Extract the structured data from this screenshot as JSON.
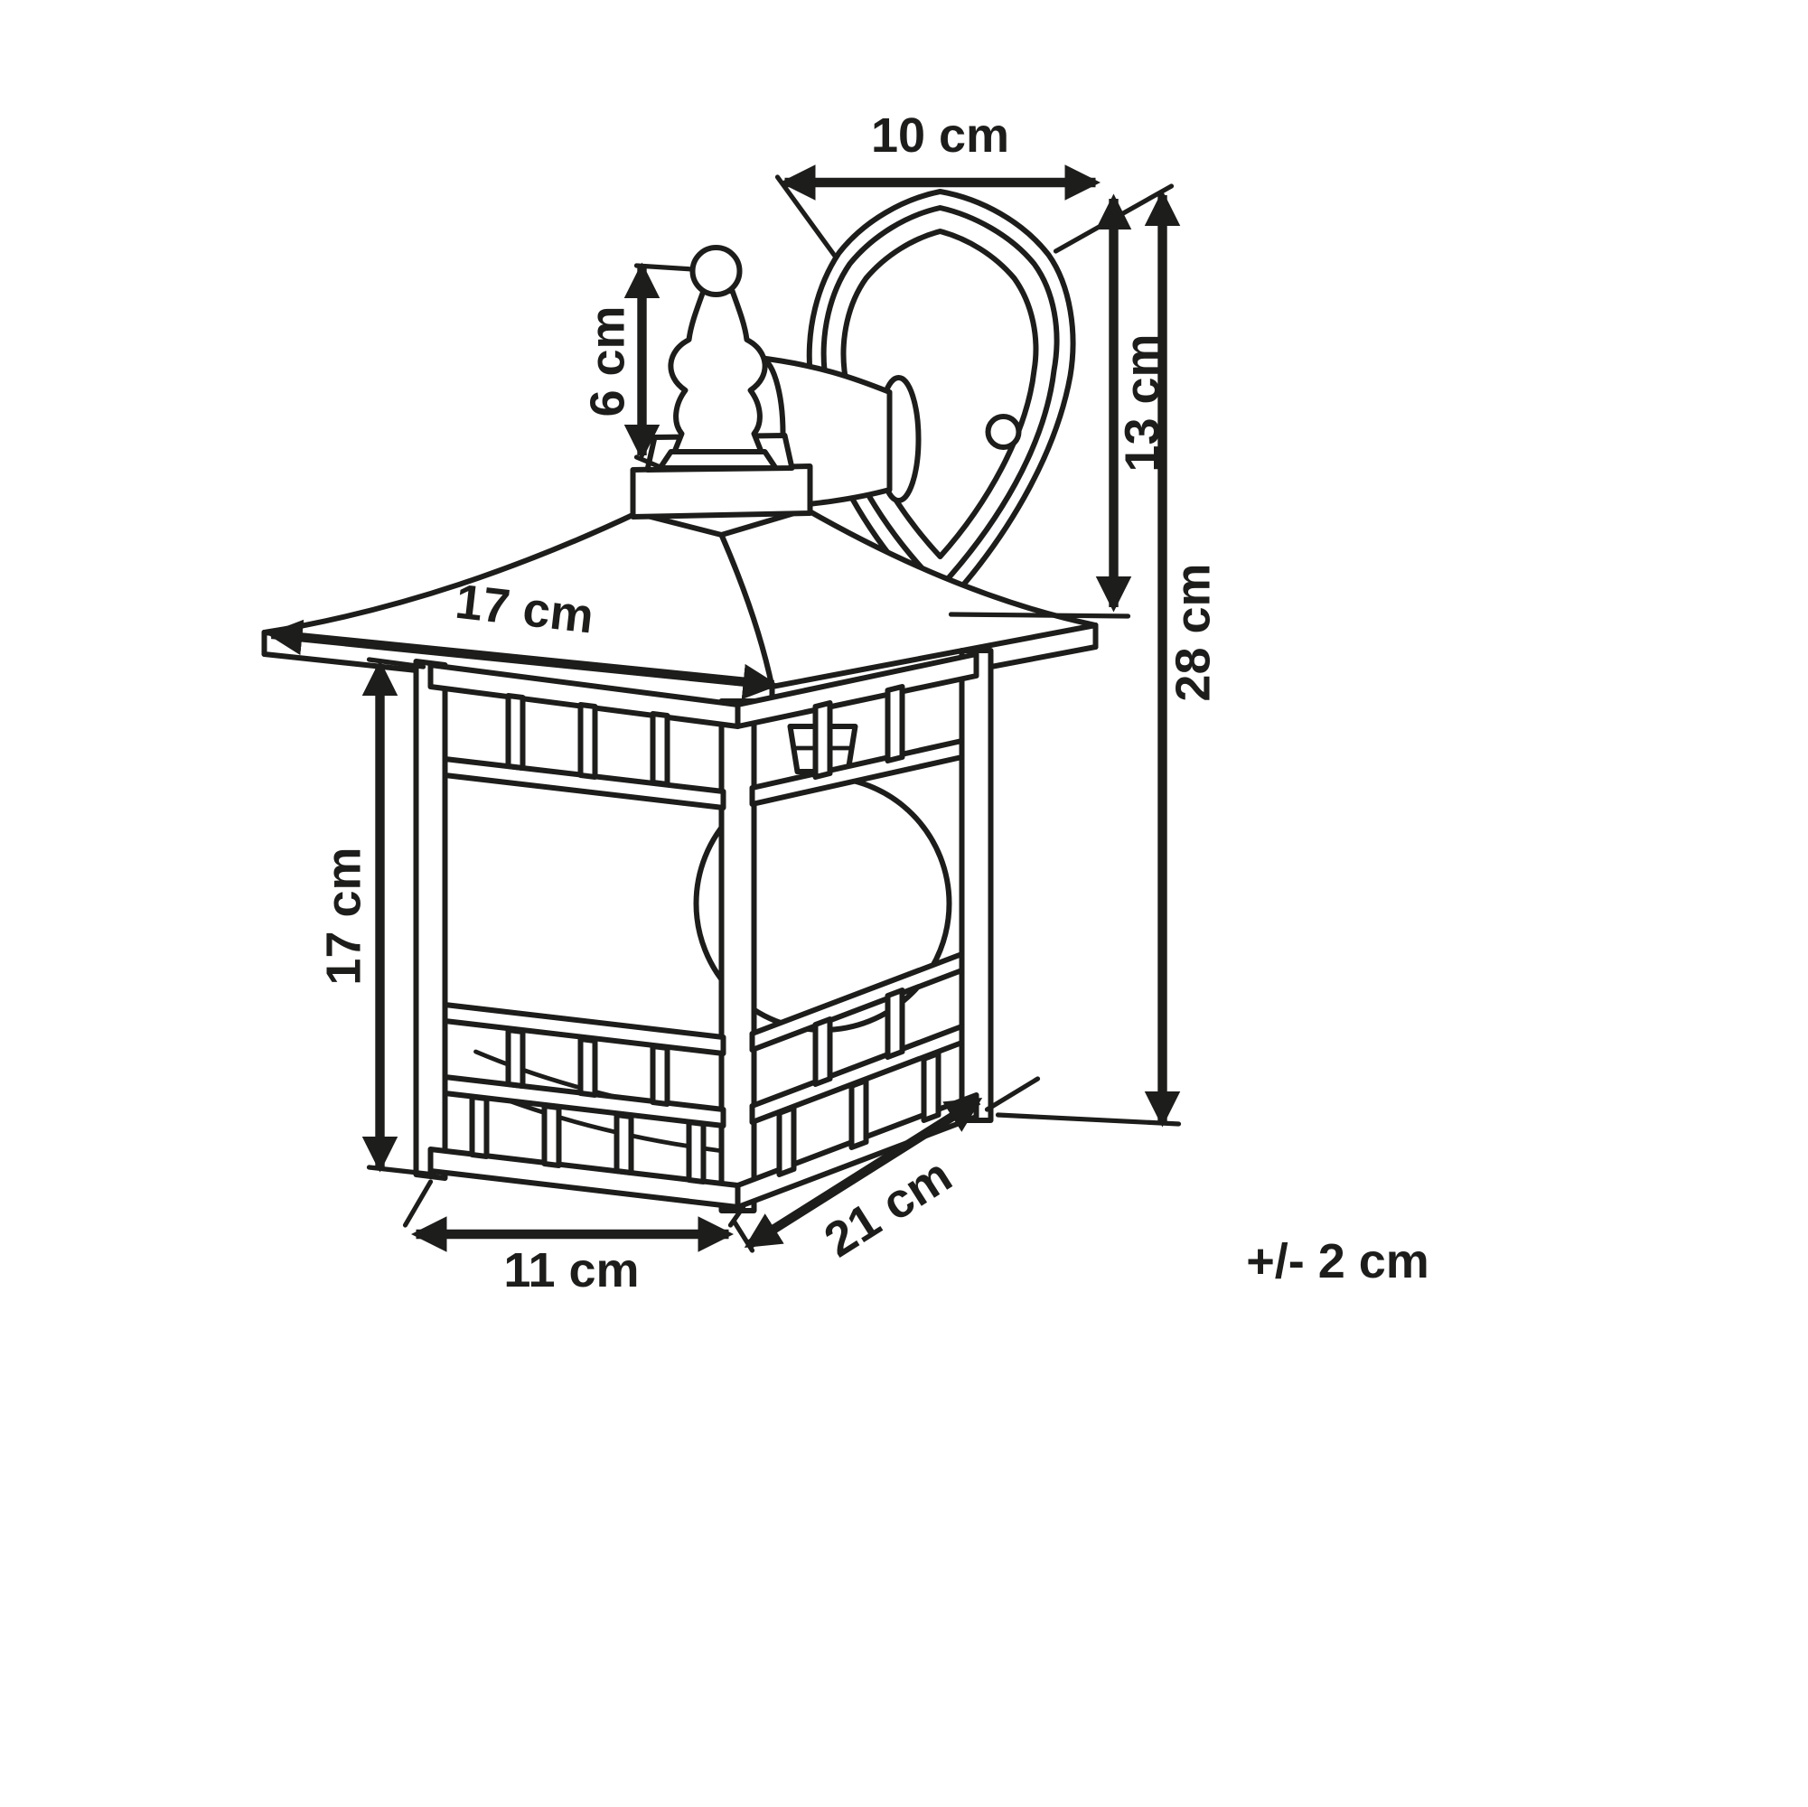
{
  "diagram": {
    "dim_plate_width": "10 cm",
    "dim_plate_height": "13 cm",
    "dim_total_height": "28 cm",
    "dim_finial_height": "6 cm",
    "dim_roof_width": "17 cm",
    "dim_body_height": "17 cm",
    "dim_base_width": "11 cm",
    "dim_depth": "21 cm",
    "tolerance_note": "+/- 2 cm"
  },
  "colors": {
    "line_color": "#1d1d1b",
    "background": "#ffffff"
  }
}
